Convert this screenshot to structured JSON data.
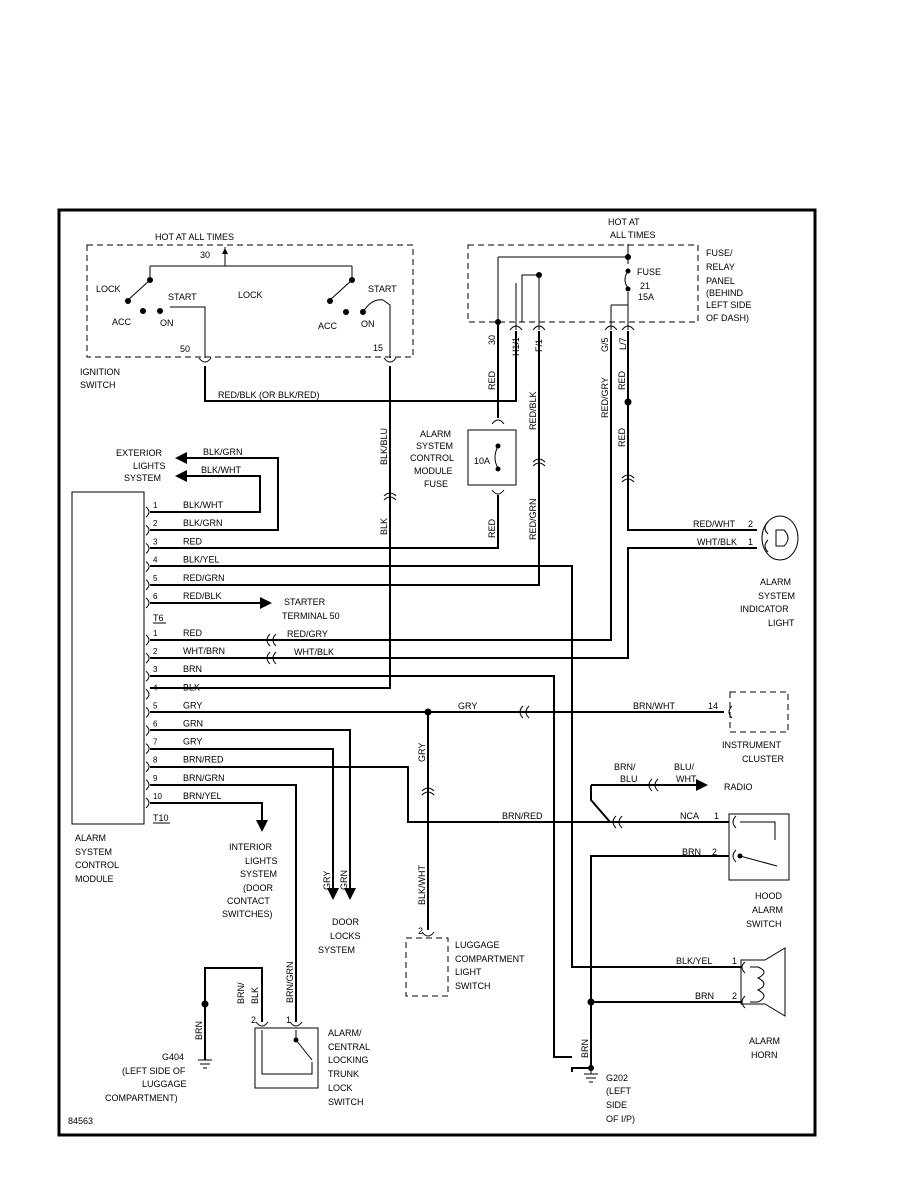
{
  "ignition": {
    "hot": "HOT AT ALL TIMES",
    "t30": "30",
    "lock_l": "LOCK",
    "start_l": "START",
    "lock_m": "LOCK",
    "start_r": "START",
    "acc_l": "ACC",
    "on_l": "ON",
    "acc_r": "ACC",
    "on_r": "ON",
    "t50": "50",
    "t15": "15",
    "name1": "IGNITION",
    "name2": "SWITCH"
  },
  "fuse_panel": {
    "hot1": "HOT AT",
    "hot2": "ALL TIMES",
    "name1": "FUSE/",
    "name2": "RELAY",
    "name3": "PANEL",
    "name4": "(BEHIND",
    "name5": "LEFT SIDE",
    "name6": "OF DASH)",
    "fuse1": "FUSE",
    "fuse2": "21",
    "fuse3": "15A",
    "p30": "30",
    "ph11": "H1/1",
    "pf1": "F/1",
    "pg5": "G/5",
    "pl7": "L/7"
  },
  "wires": {
    "red_blk_or": "RED/BLK (OR BLK/RED)",
    "blk_blu": "BLK/BLU",
    "red_a": "RED",
    "red_blk_v": "RED/BLK",
    "red_gry_v": "RED/GRY",
    "red_v1": "RED",
    "red_v2": "RED",
    "blk_v": "BLK",
    "red_v3": "RED",
    "red_grn_v": "RED/GRN",
    "blk_grn_top": "BLK/GRN",
    "blk_wht_top": "BLK/WHT",
    "gry_v": "GRY",
    "blk_wht_v": "BLK/WHT",
    "red_gry_h": "RED/GRY",
    "wht_blk_h": "WHT/BLK",
    "gry_h": "GRY",
    "brn_wht_h": "BRN/WHT",
    "brn_red_h": "BRN/RED",
    "red_wht_r": "RED/WHT",
    "wht_blk_r": "WHT/BLK",
    "brn_blu1": "BRN/",
    "brn_blu2": "BLU",
    "blu_wht1": "BLU/",
    "blu_wht2": "WHT",
    "gry_dl": "GRY",
    "grn_dl": "GRN",
    "brn_g404": "BRN",
    "brn_blk1": "BRN/",
    "brn_blk2": "BLK",
    "brn_grn_v": "BRN/GRN",
    "brn_g202": "BRN",
    "blk_yel_h": "BLK/YEL",
    "brn_horn": "BRN"
  },
  "fuse_module": {
    "rating": "10A",
    "l1": "ALARM",
    "l2": "SYSTEM",
    "l3": "CONTROL",
    "l4": "MODULE",
    "l5": "FUSE"
  },
  "ext_lights": [
    "EXTERIOR",
    "LIGHTS",
    "SYSTEM"
  ],
  "t6": {
    "label": "T6",
    "pins": [
      {
        "n": "1",
        "wire": "BLK/WHT"
      },
      {
        "n": "2",
        "wire": "BLK/GRN"
      },
      {
        "n": "3",
        "wire": "RED"
      },
      {
        "n": "4",
        "wire": "BLK/YEL"
      },
      {
        "n": "5",
        "wire": "RED/GRN"
      },
      {
        "n": "6",
        "wire": "RED/BLK"
      }
    ]
  },
  "t10": {
    "label": "T10",
    "pins": [
      {
        "n": "1",
        "wire": "RED"
      },
      {
        "n": "2",
        "wire": "WHT/BRN"
      },
      {
        "n": "3",
        "wire": "BRN"
      },
      {
        "n": "4",
        "wire": "BLK"
      },
      {
        "n": "5",
        "wire": "GRY"
      },
      {
        "n": "6",
        "wire": "GRN"
      },
      {
        "n": "7",
        "wire": "GRY"
      },
      {
        "n": "8",
        "wire": "BRN/RED"
      },
      {
        "n": "9",
        "wire": "BRN/GRN"
      },
      {
        "n": "10",
        "wire": "BRN/YEL"
      }
    ]
  },
  "starter": [
    "STARTER",
    "TERMINAL 50"
  ],
  "module": [
    "ALARM",
    "SYSTEM",
    "CONTROL",
    "MODULE"
  ],
  "interior": [
    "INTERIOR",
    "LIGHTS",
    "SYSTEM",
    "(DOOR",
    "CONTACT",
    "SWITCHES)"
  ],
  "door_locks": [
    "DOOR",
    "LOCKS",
    "SYSTEM"
  ],
  "luggage": {
    "pin": "2",
    "lines": [
      "LUGGAGE",
      "COMPARTMENT",
      "LIGHT",
      "SWITCH"
    ]
  },
  "instrument": {
    "pin": "14",
    "lines": [
      "INSTRUMENT",
      "CLUSTER"
    ]
  },
  "indicator": {
    "pin2": "2",
    "pin1": "1",
    "lines": [
      "ALARM",
      "SYSTEM",
      "INDICATOR",
      "LIGHT"
    ]
  },
  "radio": "RADIO",
  "hood": {
    "nca": "NCA",
    "pin1": "1",
    "brn": "BRN",
    "pin2": "2",
    "lines": [
      "HOOD",
      "ALARM",
      "SWITCH"
    ]
  },
  "horn": {
    "pin1": "1",
    "pin2": "2",
    "lines": [
      "ALARM",
      "HORN"
    ]
  },
  "g404": [
    "G404",
    "(LEFT SIDE OF",
    "LUGGAGE",
    "COMPARTMENT)"
  ],
  "g202": [
    "G202",
    "(LEFT",
    "SIDE",
    "OF I/P)"
  ],
  "trunk": {
    "pin2": "2",
    "pin1": "1",
    "lines": [
      "ALARM/",
      "CENTRAL",
      "LOCKING",
      "TRUNK",
      "LOCK",
      "SWITCH"
    ]
  },
  "diagram_no": "84563"
}
